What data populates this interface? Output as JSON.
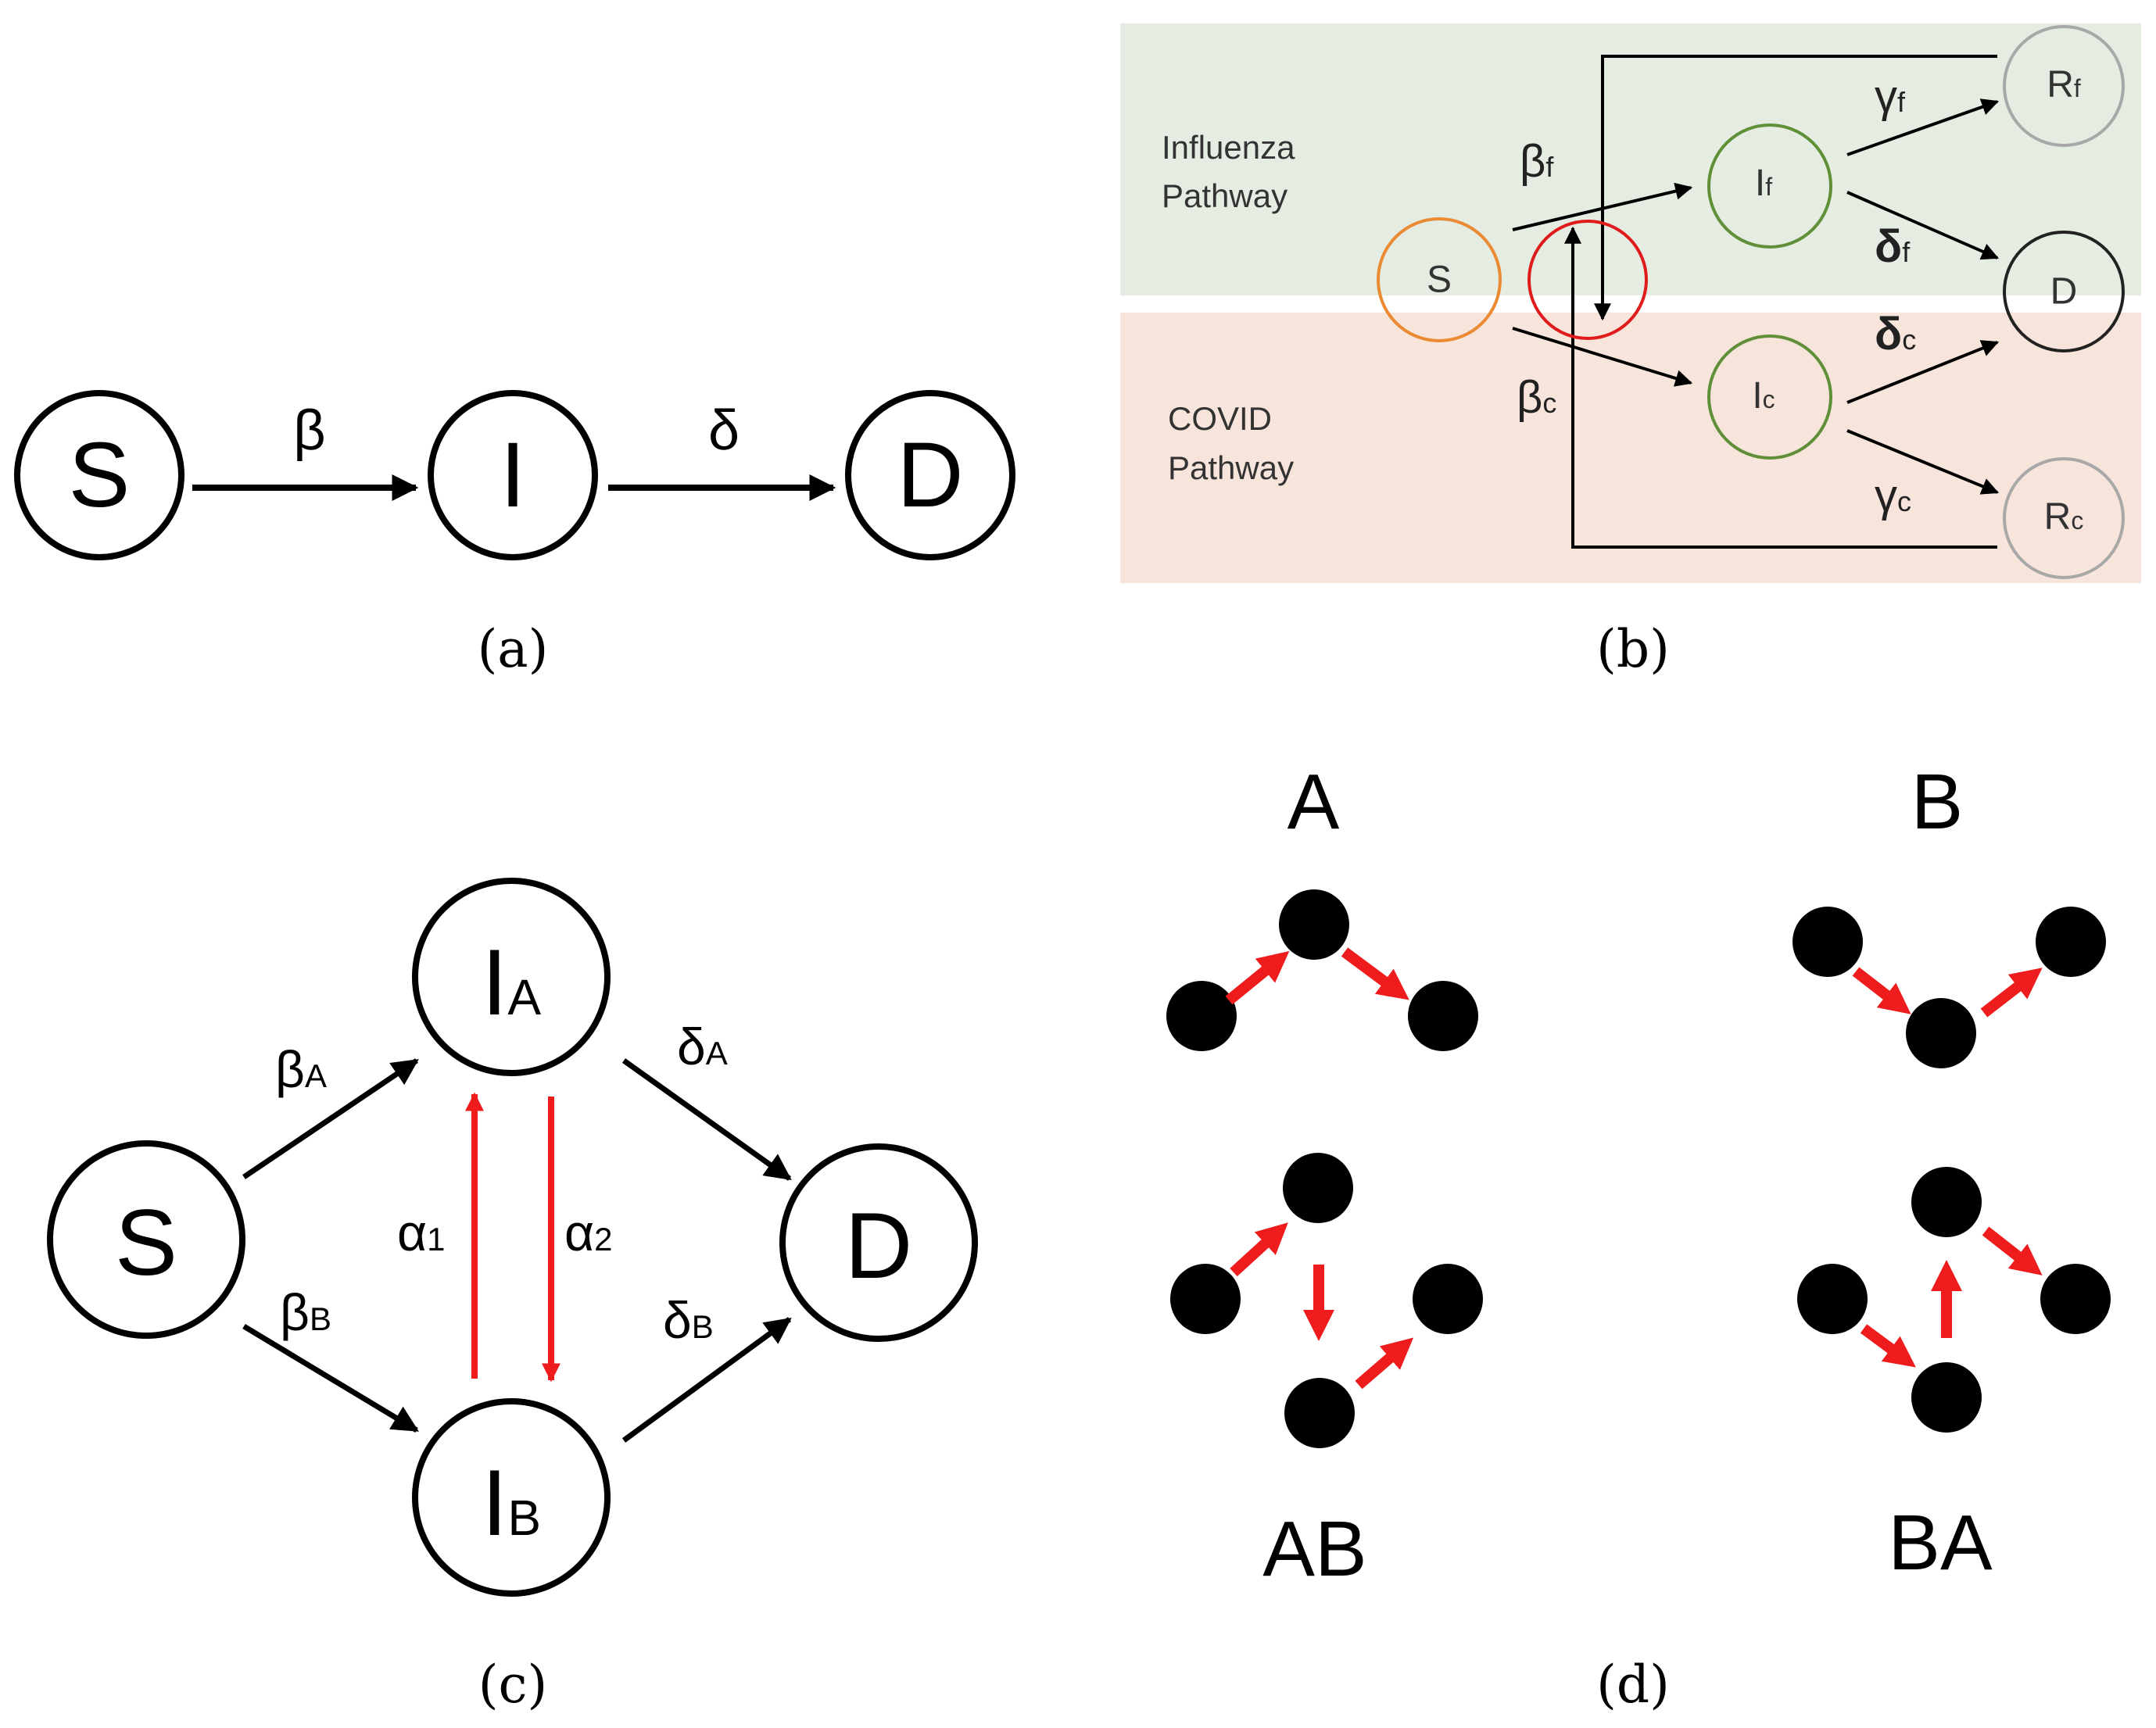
{
  "colors": {
    "stroke": "#000000",
    "red": "#ee1c1c",
    "influenza_band": "#e5ece2",
    "covid_band": "#f7e5dc",
    "s_orange": "#ea8a33",
    "i_green": "#5f8f37",
    "r_gray": "#a8a8a8",
    "cross_red": "#e01b1b"
  },
  "panel_a": {
    "caption": "(a)",
    "nodes": {
      "s": "S",
      "i": "I",
      "d": "D"
    },
    "edges": {
      "beta": "β",
      "delta": "δ"
    }
  },
  "panel_b": {
    "caption": "(b)",
    "band_influenza": {
      "line1": "Influenza",
      "line2": "Pathway"
    },
    "band_covid": {
      "line1": "COVID",
      "line2": "Pathway"
    },
    "nodes": {
      "s": "S",
      "if_main": "I",
      "if_sub": "f",
      "ic_main": "I",
      "ic_sub": "c",
      "rf_main": "R",
      "rf_sub": "f",
      "rc_main": "R",
      "rc_sub": "c",
      "d": "D"
    },
    "edges": {
      "beta_f_main": "β",
      "beta_f_sub": "f",
      "beta_c_main": "β",
      "beta_c_sub": "c",
      "gamma_f_main": "γ",
      "gamma_f_sub": "f",
      "gamma_c_main": "γ",
      "gamma_c_sub": "c",
      "delta_f_main": "δ",
      "delta_f_sub": "f",
      "delta_c_main": "δ",
      "delta_c_sub": "c"
    }
  },
  "panel_c": {
    "caption": "(c)",
    "nodes": {
      "s": "S",
      "d": "D",
      "ia_main": "I",
      "ia_sub": "A",
      "ib_main": "I",
      "ib_sub": "B"
    },
    "edges": {
      "beta_a_main": "β",
      "beta_a_sub": "A",
      "beta_b_main": "β",
      "beta_b_sub": "B",
      "delta_a_main": "δ",
      "delta_a_sub": "A",
      "delta_b_main": "δ",
      "delta_b_sub": "B",
      "alpha1_main": "α",
      "alpha1_sub": "1",
      "alpha2_main": "α",
      "alpha2_sub": "2"
    }
  },
  "panel_d": {
    "caption": "(d)",
    "labels": {
      "a": "A",
      "b": "B",
      "ab": "AB",
      "ba": "BA"
    }
  }
}
